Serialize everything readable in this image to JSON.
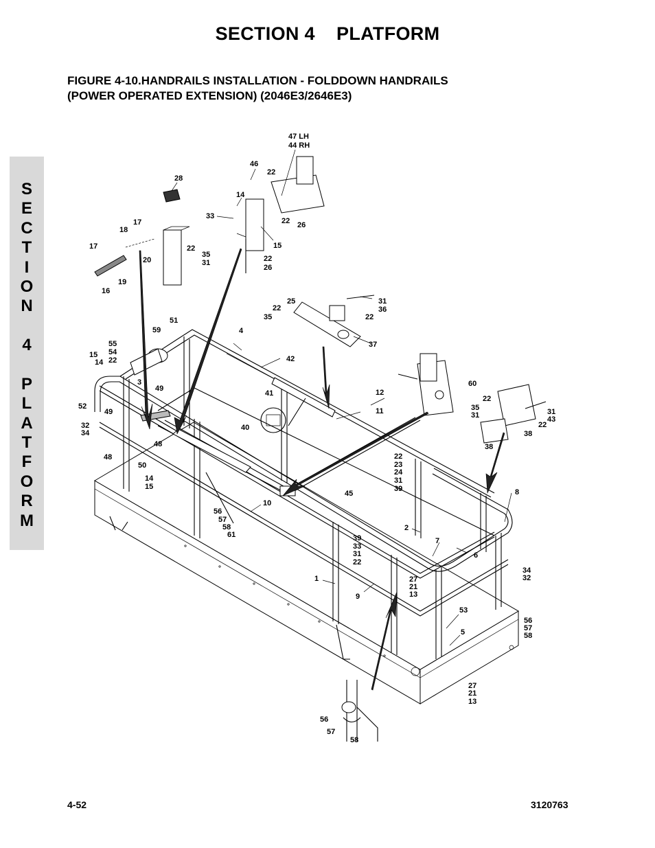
{
  "section_title": "SECTION 4    PLATFORM",
  "figure_title": {
    "line1": "FIGURE 4-10.HANDRAILS INSTALLATION - FOLDDOWN HANDRAILS",
    "line2": "(POWER OPERATED EXTENSION) (2046E3/2646E3)"
  },
  "side_tab": [
    "S",
    "E",
    "C",
    "T",
    "I",
    "O",
    "N",
    "",
    "4",
    "",
    "P",
    "L",
    "A",
    "T",
    "F",
    "O",
    "R",
    "M"
  ],
  "footer": {
    "page": "4-52",
    "doc_number": "3120763"
  },
  "callouts": [
    "47 LH",
    "44 RH",
    "46",
    "22",
    "28",
    "14",
    "33",
    "22",
    "26",
    "15",
    "22",
    "26",
    "17",
    "18",
    "22",
    "35",
    "31",
    "20",
    "17",
    "19",
    "16",
    "25",
    "22",
    "35",
    "31",
    "36",
    "22",
    "37",
    "59",
    "51",
    "4",
    "42",
    "55",
    "54",
    "22",
    "15",
    "14",
    "3",
    "49",
    "52",
    "49",
    "32",
    "34",
    "41",
    "40",
    "48",
    "48",
    "50",
    "14",
    "15",
    "12",
    "60",
    "11",
    "22",
    "35",
    "31",
    "31",
    "43",
    "22",
    "38",
    "38",
    "22",
    "23",
    "24",
    "31",
    "39",
    "8",
    "45",
    "10",
    "56",
    "57",
    "58",
    "61",
    "2",
    "7",
    "6",
    "39",
    "33",
    "31",
    "22",
    "34",
    "32",
    "27",
    "21",
    "13",
    "1",
    "9",
    "53",
    "56",
    "57",
    "58",
    "5",
    "27",
    "21",
    "13",
    "56",
    "57",
    "58"
  ]
}
